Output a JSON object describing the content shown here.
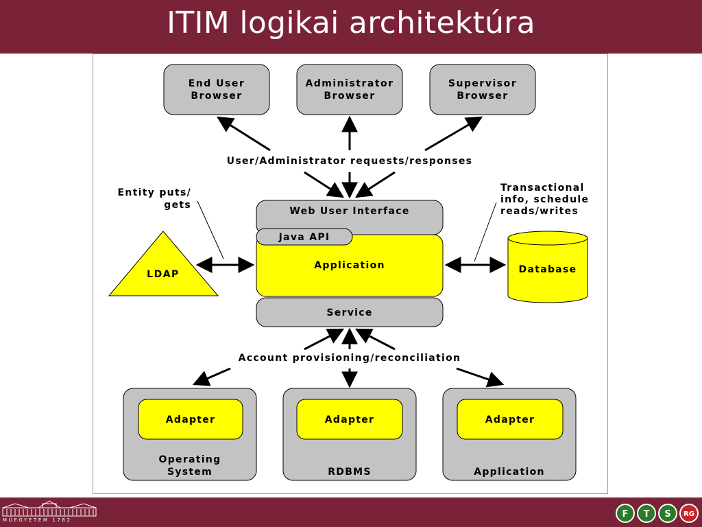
{
  "slide": {
    "title": "ITIM logikai architektúra"
  },
  "diagram": {
    "browsers": {
      "end_user": [
        "End User",
        "Browser"
      ],
      "administrator": [
        "Administrator",
        "Browser"
      ],
      "supervisor": [
        "Supervisor",
        "Browser"
      ]
    },
    "requests_label": "User/Administrator requests/responses",
    "entity_label": [
      "Entity puts/",
      "gets"
    ],
    "transactional_label": [
      "Transactional",
      "info, schedule",
      "reads/writes"
    ],
    "web_ui": "Web User Interface",
    "java_api": "Java API",
    "application": "Application",
    "service": "Service",
    "ldap": "LDAP",
    "database": "Database",
    "provisioning_label": "Account provisioning/reconciliation",
    "adapter_label": "Adapter",
    "targets": {
      "os": [
        "Operating",
        "System"
      ],
      "rdbms": "RDBMS",
      "application": "Application"
    },
    "colors": {
      "gray_box": "#c3c3c3",
      "yellow": "#ffff00",
      "stroke": "#000000"
    }
  },
  "footer": {
    "university_caption": "MŰEGYETEM 1782",
    "logos": [
      "F",
      "T",
      "S",
      "RG"
    ]
  }
}
